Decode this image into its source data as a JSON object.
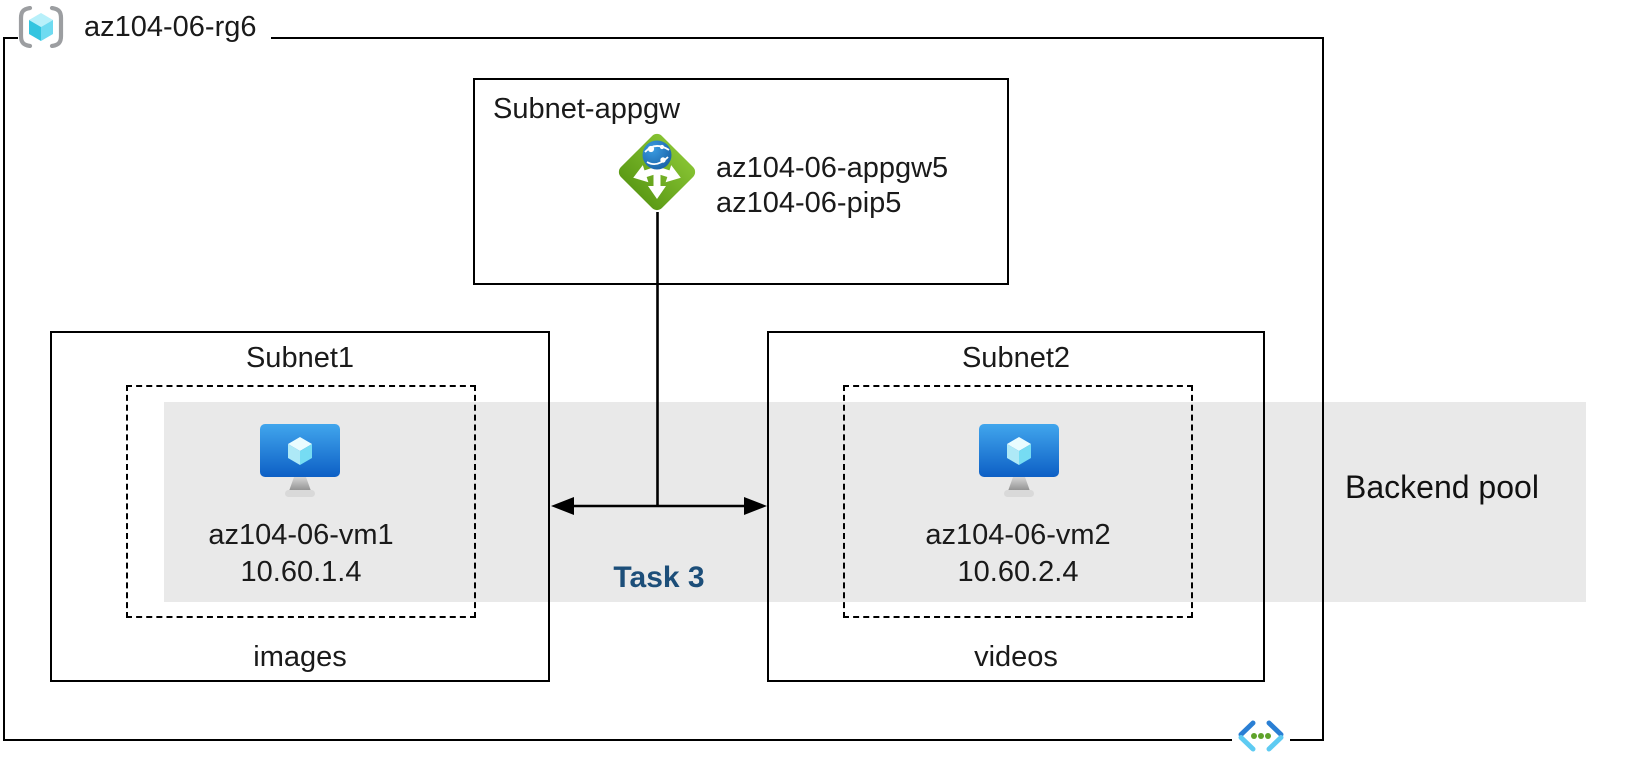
{
  "diagram": {
    "resource_group": "az104-06-rg6",
    "appgw_subnet": {
      "title": "Subnet-appgw",
      "gateway_name": "az104-06-appgw5",
      "public_ip_name": "az104-06-pip5"
    },
    "subnet1": {
      "title": "Subnet1",
      "vm_name": "az104-06-vm1",
      "vm_ip": "10.60.1.4",
      "caption": "images"
    },
    "subnet2": {
      "title": "Subnet2",
      "vm_name": "az104-06-vm2",
      "vm_ip": "10.60.2.4",
      "caption": "videos"
    },
    "task_label": "Task 3",
    "backend_pool_label": "Backend pool",
    "icons": {
      "resource_group": "resource-group-icon",
      "application_gateway": "application-gateway-icon",
      "virtual_machine": "vm-icon",
      "virtual_network": "virtual-network-icon"
    },
    "colors": {
      "band_gray": "#e9e9e9",
      "task_label_blue": "#1c4e79",
      "appgw_green": "#6fae22",
      "vm_screen_blue": "#1676d4",
      "rg_cube_cyan": "#38c8e2",
      "vnet_chevron_blue": "#2a7fd4",
      "vnet_dot_green": "#5fa32a",
      "line_black": "#000000"
    }
  }
}
